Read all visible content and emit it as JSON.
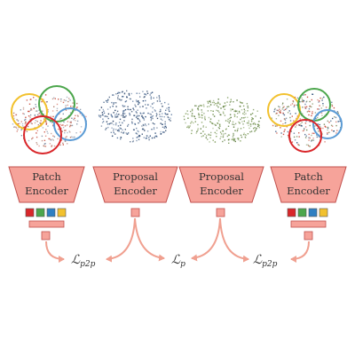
{
  "colors": {
    "encoder_fill": "#f6a39a",
    "encoder_stroke": "#c0504d",
    "arrow": "#f0a090",
    "square_red": "#d9262a",
    "square_green": "#4ca64c",
    "square_blue": "#2e7fc2",
    "square_yellow": "#f2c12e",
    "circle_yellow": "#f2c12e",
    "circle_green": "#4ca64c",
    "circle_blue": "#5b9bd5",
    "circle_red": "#d9262a",
    "cloud_blue": "#2e4f7a",
    "cloud_green": "#6f8f4a",
    "cloud_red": "#c94a3a"
  },
  "encoders": [
    {
      "line1": "Patch",
      "line2": "Encoder"
    },
    {
      "line1": "Proposal",
      "line2": "Encoder"
    },
    {
      "line1": "Proposal",
      "line2": "Encoder"
    },
    {
      "line1": "Patch",
      "line2": "Encoder"
    }
  ],
  "losses": {
    "left": {
      "main": "ℒ",
      "sub": "p2p"
    },
    "center": {
      "main": "ℒ",
      "sub": "p"
    },
    "right": {
      "main": "ℒ",
      "sub": "p2p"
    }
  },
  "point_clouds": [
    {
      "name": "cloud-with-patch-circles-left",
      "color": "cloud_red"
    },
    {
      "name": "cloud-proposal-blue",
      "color": "cloud_blue"
    },
    {
      "name": "cloud-proposal-green",
      "color": "cloud_green"
    },
    {
      "name": "cloud-with-patch-circles-right",
      "color": "cloud_red"
    }
  ]
}
